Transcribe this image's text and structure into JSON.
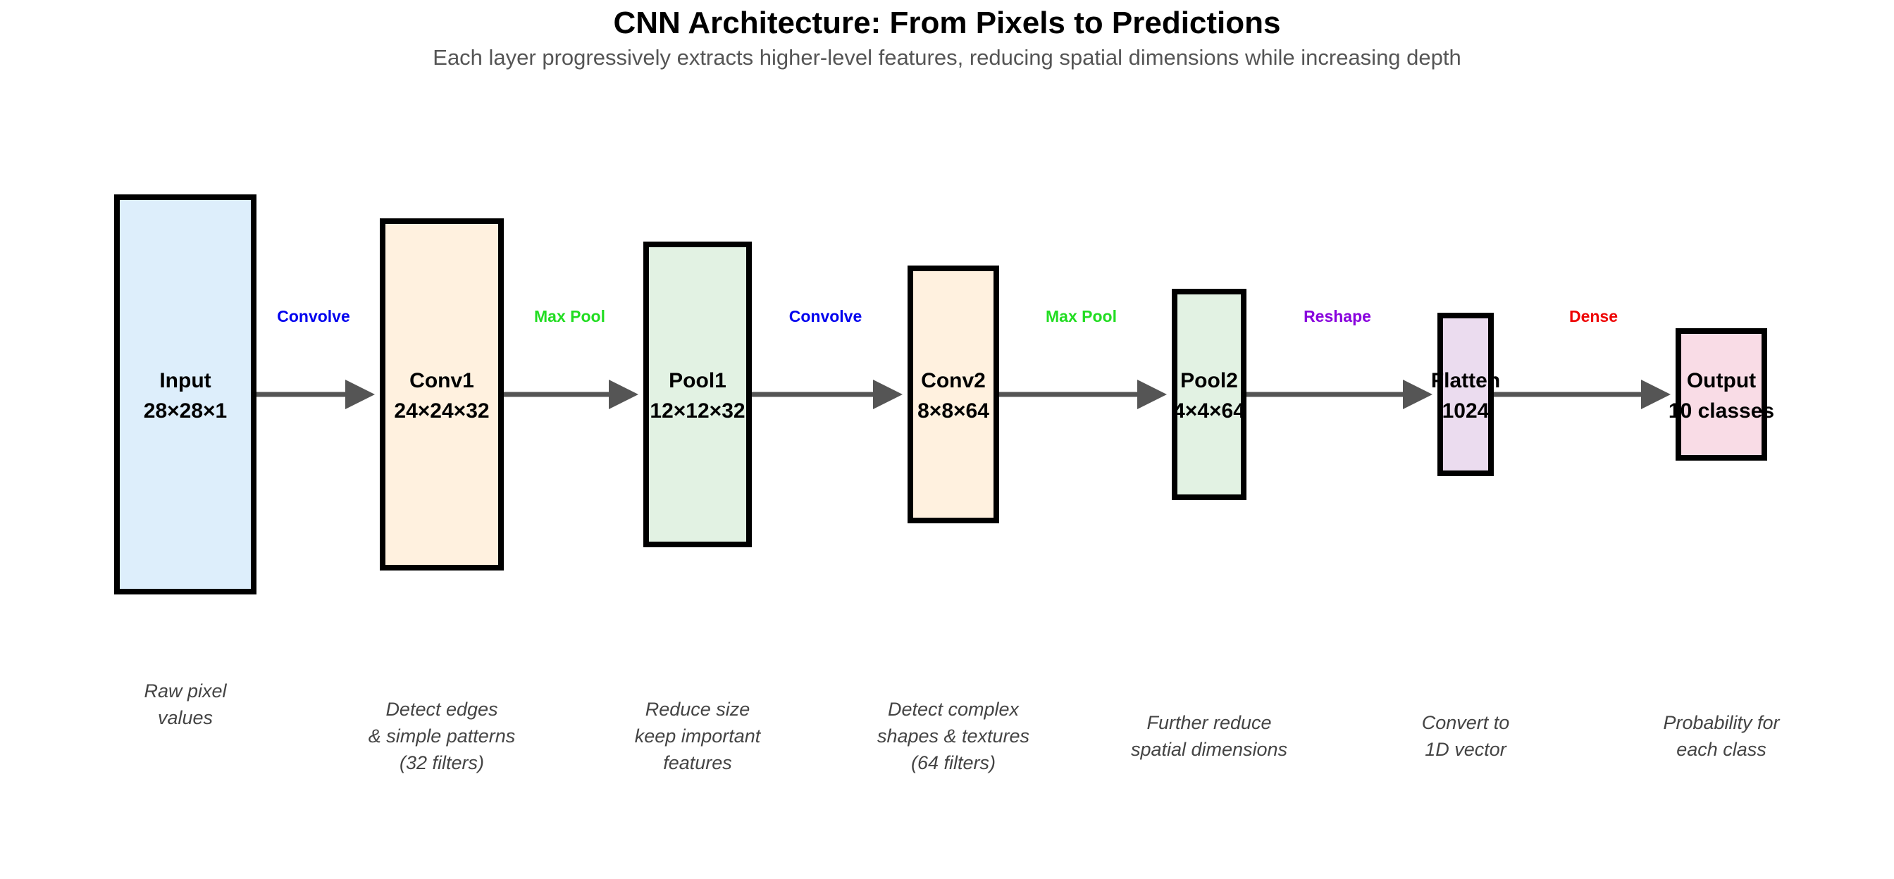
{
  "title": "CNN Architecture: From Pixels to Predictions",
  "subtitle": "Each layer progressively extracts higher-level features, reducing spatial dimensions while increasing depth",
  "layers": [
    {
      "name": "Input",
      "dims": "28×28×1",
      "fill": "#ddeefb",
      "desc": [
        "Raw pixel",
        "values"
      ]
    },
    {
      "name": "Conv1",
      "dims": "24×24×32",
      "fill": "#fff1df",
      "desc": [
        "Detect edges",
        "& simple patterns",
        "(32 filters)"
      ]
    },
    {
      "name": "Pool1",
      "dims": "12×12×32",
      "fill": "#e2f2e3",
      "desc": [
        "Reduce size",
        "keep important",
        "features"
      ]
    },
    {
      "name": "Conv2",
      "dims": "8×8×64",
      "fill": "#fff1df",
      "desc": [
        "Detect complex",
        "shapes & textures",
        "(64 filters)"
      ]
    },
    {
      "name": "Pool2",
      "dims": "4×4×64",
      "fill": "#e2f2e3",
      "desc": [
        "Further reduce",
        "spatial dimensions"
      ]
    },
    {
      "name": "Flatten",
      "dims": "1024",
      "fill": "#ebdcef",
      "desc": [
        "Convert to",
        "1D vector"
      ]
    },
    {
      "name": "Output",
      "dims": "10 classes",
      "fill": "#f9dce6",
      "desc": [
        "Probability for",
        "each class"
      ]
    }
  ],
  "operations": [
    {
      "label": "Convolve",
      "color": "#0000ee"
    },
    {
      "label": "Max Pool",
      "color": "#22dd22"
    },
    {
      "label": "Convolve",
      "color": "#0000ee"
    },
    {
      "label": "Max Pool",
      "color": "#22dd22"
    },
    {
      "label": "Reshape",
      "color": "#8800dd"
    },
    {
      "label": "Dense",
      "color": "#ee0000"
    }
  ],
  "colors": {
    "border": "#000000",
    "arrow": "#555555"
  }
}
